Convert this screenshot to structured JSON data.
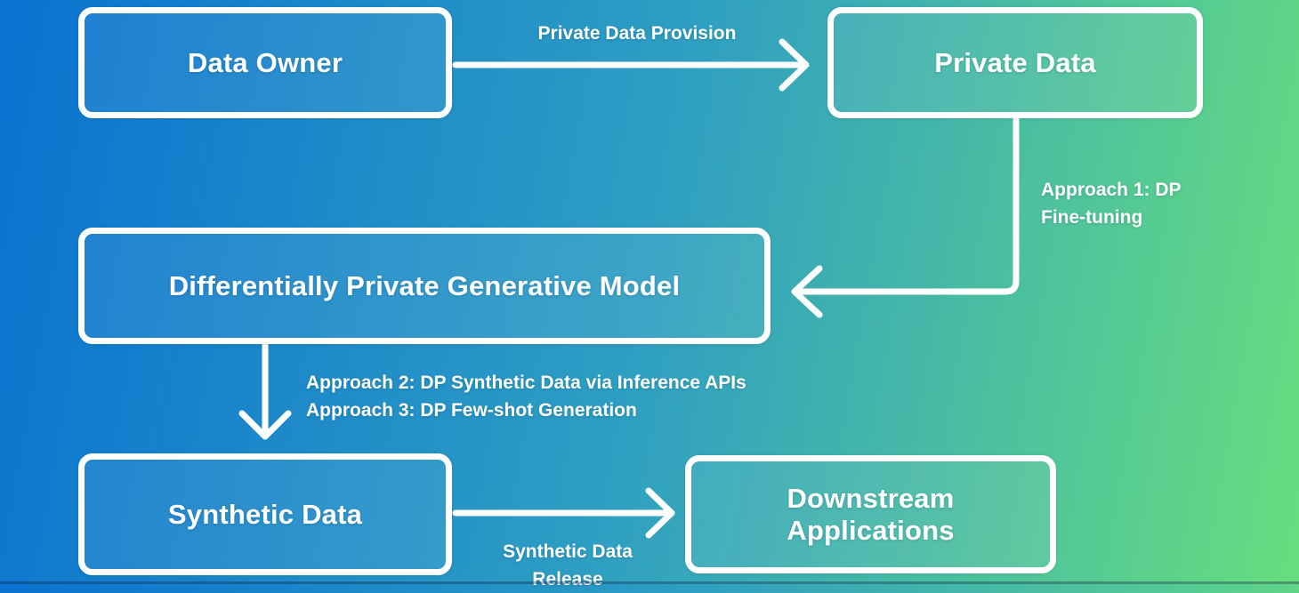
{
  "background": {
    "gradient_start": "#0a72d0",
    "gradient_mid": "#2f9fc2",
    "gradient_end": "#67de7e",
    "stroke_color": "#ffffff",
    "text_color": "#ffffff"
  },
  "nodes": {
    "data_owner": {
      "label": "Data Owner"
    },
    "private_data": {
      "label": "Private Data"
    },
    "dp_generative_model": {
      "label": "Differentially Private Generative Model"
    },
    "synthetic_data": {
      "label": "Synthetic Data"
    },
    "downstream_applications": {
      "label": "Downstream Applications"
    }
  },
  "edges": {
    "private_data_provision": {
      "label": "Private Data Provision",
      "from": "data_owner",
      "to": "private_data",
      "direction": "right"
    },
    "approach_1": {
      "line1": "Approach 1: DP",
      "line2": "Fine-tuning",
      "from": "private_data",
      "to": "dp_generative_model",
      "direction": "down-then-left"
    },
    "approach_2_3": {
      "line1": "Approach 2: DP Synthetic Data via Inference APIs",
      "line2": "Approach 3: DP Few-shot Generation",
      "from": "dp_generative_model",
      "to": "synthetic_data",
      "direction": "down"
    },
    "synthetic_data_release": {
      "line1": "Synthetic Data",
      "line2": "Release",
      "from": "synthetic_data",
      "to": "downstream_applications",
      "direction": "right"
    }
  }
}
